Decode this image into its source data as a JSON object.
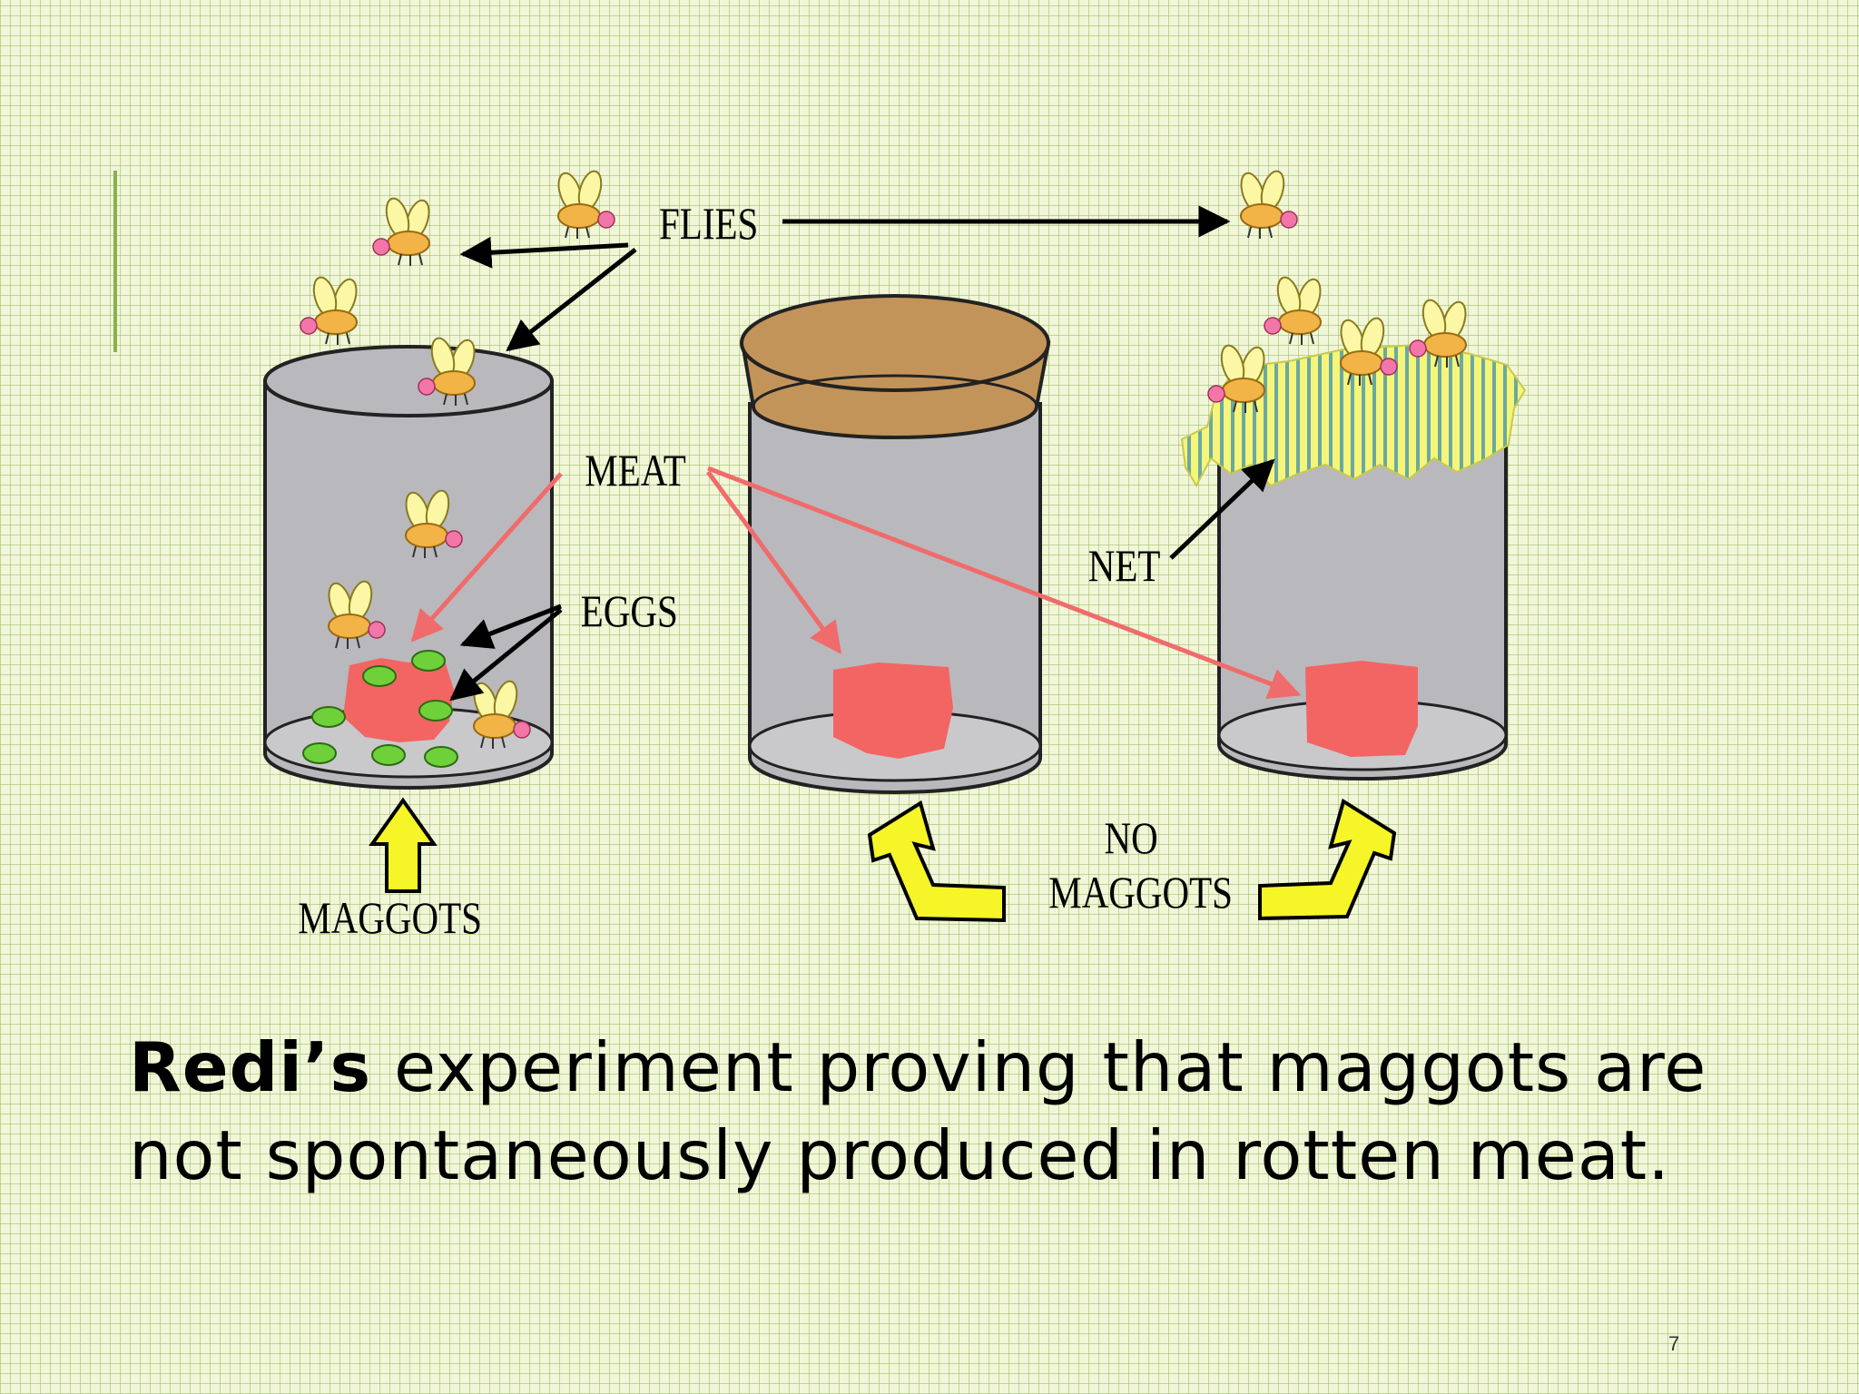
{
  "labels": {
    "flies": "FLIES",
    "meat": "MEAT",
    "eggs": "EGGS",
    "net": "NET",
    "maggots": "MAGGOTS",
    "no_maggots_line1": "NO",
    "no_maggots_line2": "MAGGOTS"
  },
  "caption": {
    "bold": "Redi’s",
    "text": " experiment proving that maggots are not spontaneously produced in rotten meat."
  },
  "page_number": "7",
  "colors": {
    "jar_fill": "#b9b9bd",
    "meat": "#f26563",
    "egg": "#6fd13a",
    "cork": "#c39459",
    "net": "#f5f57a",
    "fly_body": "#f2b347",
    "fly_wing": "#fbf7a5",
    "arrow_yellow": "#f5f527",
    "arrow_red": "#f06b6b"
  },
  "icons": [
    "fly-icon",
    "egg-icon",
    "meat-icon",
    "jar-icon",
    "cork-icon",
    "net-icon"
  ]
}
